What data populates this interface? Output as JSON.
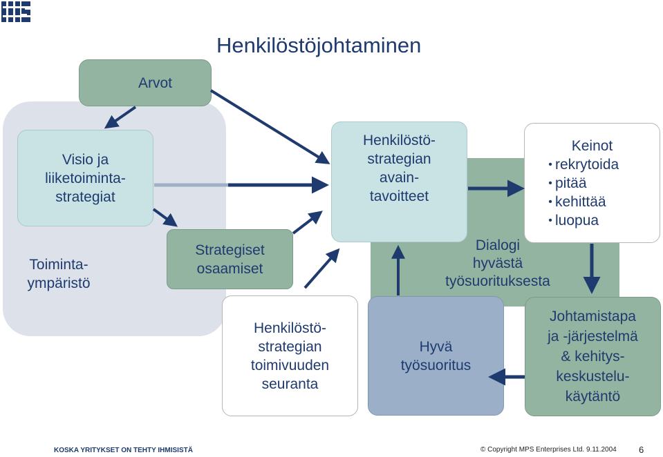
{
  "title": "Henkilöstöjohtaminen",
  "nodes": {
    "arvot": "Arvot",
    "toimintaymparisto": [
      "Toiminta-",
      "ympäristö"
    ],
    "visio": [
      "Visio ja",
      "liiketoiminta-",
      "strategiat"
    ],
    "strategiset": [
      "Strategiset",
      "osaamiset"
    ],
    "avaintavoitteet": [
      "Henkilöstö-",
      "strategian",
      "avain-",
      "tavoitteet"
    ],
    "keinot_title": "Keinot",
    "keinot_items": [
      "rekrytoida",
      "pitää",
      "kehittää",
      "luopua"
    ],
    "dialogi": [
      "Dialogi",
      "hyvästä",
      "työsuorituksesta"
    ],
    "seuranta": [
      "Henkilöstö-",
      "strategian",
      "toimivuuden",
      "seuranta"
    ],
    "hyva": [
      "Hyvä",
      "työsuoritus"
    ],
    "johtamistapa": [
      "Johtamistapa",
      "ja -järjestelmä",
      "& kehitys-",
      "keskustelu-",
      "käytäntö"
    ]
  },
  "footer": {
    "left": "KOSKA YRITYKSET ON TEHTY IHMISISTÄ",
    "right": "© Copyright MPS Enterprises Ltd. 9.11.2004",
    "page": "6"
  },
  "colors": {
    "navy": "#1f3a6e",
    "green_box": "#94b4a2",
    "light_box": "#c9e3e5",
    "steel_box": "#9bb0c8",
    "env_panel": "#dde2ea"
  }
}
